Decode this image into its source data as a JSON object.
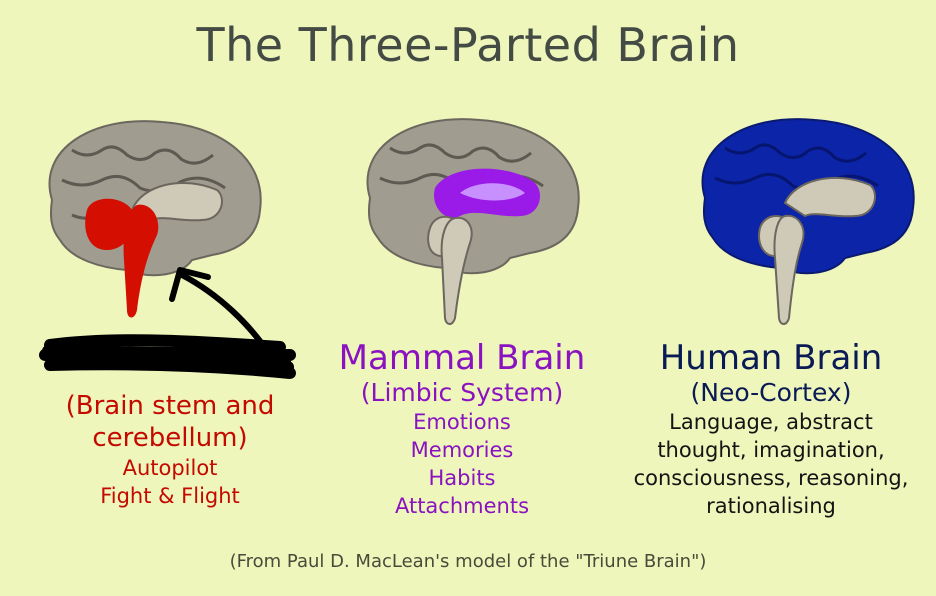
{
  "title": "The Three-Parted Brain",
  "reptile": {
    "subtitle_line1": "(Brain stem and",
    "subtitle_line2": "cerebellum)",
    "items": [
      "Autopilot",
      "Fight & Flight"
    ],
    "color": "#c40a00"
  },
  "mammal": {
    "heading": "Mammal Brain",
    "subtitle": "(Limbic System)",
    "items": [
      "Emotions",
      "Memories",
      "Habits",
      "Attachments"
    ],
    "color": "#8a12c0"
  },
  "human": {
    "heading": "Human Brain",
    "subtitle": "(Neo-Cortex)",
    "items": [
      "Language, abstract",
      "thought, imagination,",
      "consciousness, reasoning,",
      "rationalising"
    ],
    "color": "#0a1a55"
  },
  "caption": "(From Paul D. MacLean's model of the \"Triune Brain\")",
  "colors": {
    "background": "#eef6bb",
    "cortex": "#a09c90",
    "reptile_highlight": "#d40e00",
    "limbic_highlight": "#9a1ae8",
    "neocortex_highlight": "#0c24a8"
  }
}
